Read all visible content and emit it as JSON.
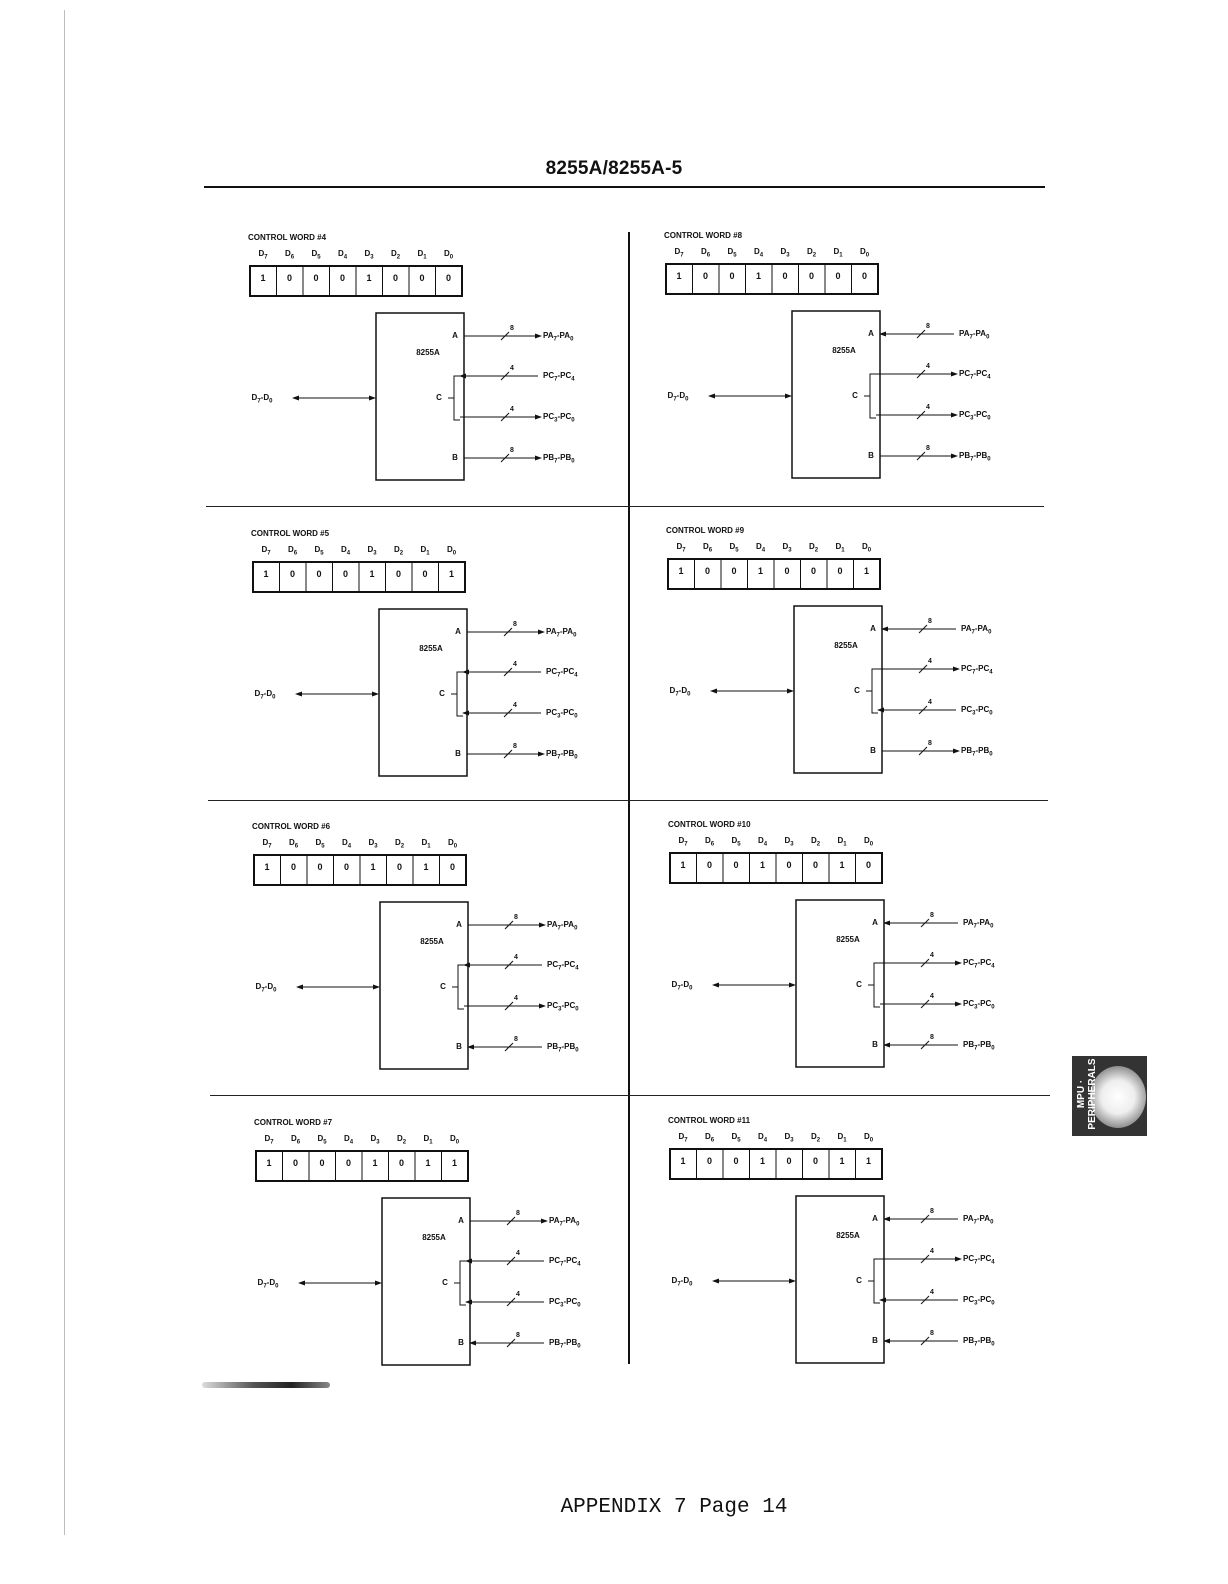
{
  "header": {
    "title": "8255A/8255A-5"
  },
  "footer": {
    "text": "APPENDIX 7 Page 14"
  },
  "side_tab": {
    "label": "MPU · PERIPHERALS"
  },
  "bit_labels": [
    "D7",
    "D6",
    "D5",
    "D4",
    "D3",
    "D2",
    "D1",
    "D0"
  ],
  "chip": {
    "name": "8255A",
    "pin_a": "A",
    "pin_c": "C",
    "pin_b": "B",
    "bus": "D7-D0"
  },
  "ports": {
    "pa": "PA7-PA0",
    "pc_upper": "PC7-PC4",
    "pc_lower": "PC3-PC0",
    "pb": "PB7-PB0"
  },
  "widths": {
    "pa": "8",
    "pc_upper": "4",
    "pc_lower": "4",
    "pb": "8"
  },
  "control_words": [
    {
      "title": "CONTROL WORD #4",
      "bits": [
        "1",
        "0",
        "0",
        "0",
        "1",
        "0",
        "0",
        "0"
      ],
      "dir": {
        "pa": "out",
        "pcu": "in",
        "pcl": "out",
        "pb": "out"
      }
    },
    {
      "title": "CONTROL WORD #8",
      "bits": [
        "1",
        "0",
        "0",
        "1",
        "0",
        "0",
        "0",
        "0"
      ],
      "dir": {
        "pa": "in",
        "pcu": "out",
        "pcl": "out",
        "pb": "out"
      }
    },
    {
      "title": "CONTROL WORD #5",
      "bits": [
        "1",
        "0",
        "0",
        "0",
        "1",
        "0",
        "0",
        "1"
      ],
      "dir": {
        "pa": "out",
        "pcu": "in",
        "pcl": "in",
        "pb": "out"
      }
    },
    {
      "title": "CONTROL WORD #9",
      "bits": [
        "1",
        "0",
        "0",
        "1",
        "0",
        "0",
        "0",
        "1"
      ],
      "dir": {
        "pa": "in",
        "pcu": "out",
        "pcl": "in",
        "pb": "out"
      }
    },
    {
      "title": "CONTROL WORD #6",
      "bits": [
        "1",
        "0",
        "0",
        "0",
        "1",
        "0",
        "1",
        "0"
      ],
      "dir": {
        "pa": "out",
        "pcu": "in",
        "pcl": "out",
        "pb": "in"
      }
    },
    {
      "title": "CONTROL WORD #10",
      "bits": [
        "1",
        "0",
        "0",
        "1",
        "0",
        "0",
        "1",
        "0"
      ],
      "dir": {
        "pa": "in",
        "pcu": "out",
        "pcl": "out",
        "pb": "in"
      }
    },
    {
      "title": "CONTROL WORD #7",
      "bits": [
        "1",
        "0",
        "0",
        "0",
        "1",
        "0",
        "1",
        "1"
      ],
      "dir": {
        "pa": "out",
        "pcu": "in",
        "pcl": "in",
        "pb": "in"
      }
    },
    {
      "title": "CONTROL WORD #11",
      "bits": [
        "1",
        "0",
        "0",
        "1",
        "0",
        "0",
        "1",
        "1"
      ],
      "dir": {
        "pa": "in",
        "pcu": "out",
        "pcl": "in",
        "pb": "in"
      }
    }
  ]
}
